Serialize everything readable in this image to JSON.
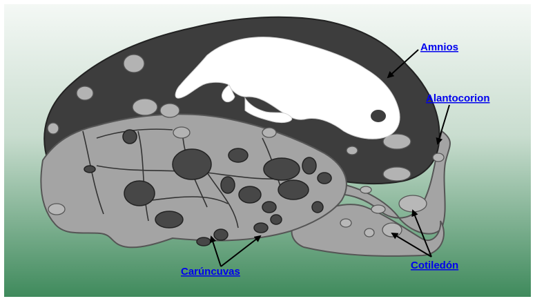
{
  "labels": {
    "amnios": "Amnios",
    "alantocorion": "Alantocorion",
    "caruncuvas": "Carúncuvas",
    "cotiledon": "Cotiledón"
  },
  "colors": {
    "background_top": "#f4f8f5",
    "background_bottom": "#3f8a5c",
    "dark_membrane": "#3d3d3d",
    "light_membrane": "#a4a4a4",
    "fetus": "#ffffff",
    "link": "#0000ee",
    "arrow": "#000000"
  }
}
